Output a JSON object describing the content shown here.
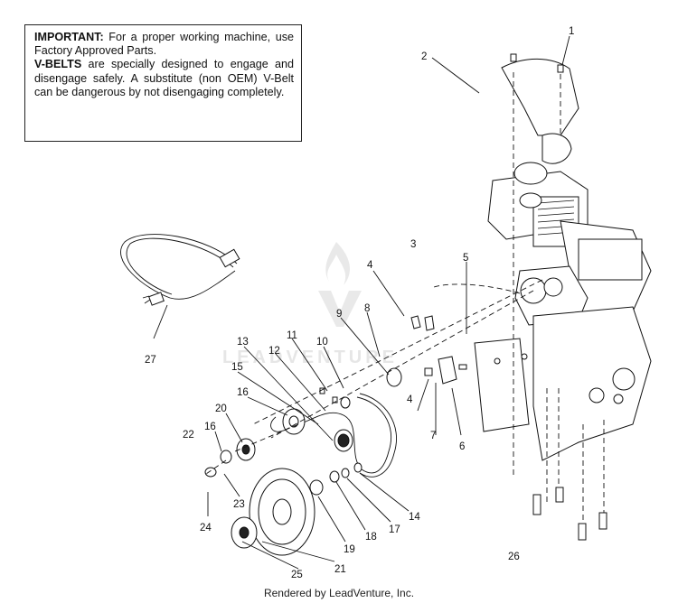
{
  "notice": {
    "important_label": "IMPORTANT:",
    "important_text": " For a proper working machine, use Factory Approved Parts.",
    "vbelts_label": "V-BELTS",
    "vbelts_text": " are specially designed to engage and disengage safely. A substitute (non OEM) V-Belt can be dangerous by not disengaging completely."
  },
  "watermark": "LEADVENTURE",
  "footer": "Rendered by LeadVenture, Inc.",
  "callouts": [
    "1",
    "2",
    "3",
    "4",
    "5",
    "8",
    "9",
    "10",
    "11",
    "12",
    "13",
    "15",
    "16",
    "20",
    "22",
    "16",
    "27",
    "4",
    "7",
    "6",
    "23",
    "24",
    "25",
    "21",
    "19",
    "18",
    "17",
    "14",
    "26"
  ]
}
